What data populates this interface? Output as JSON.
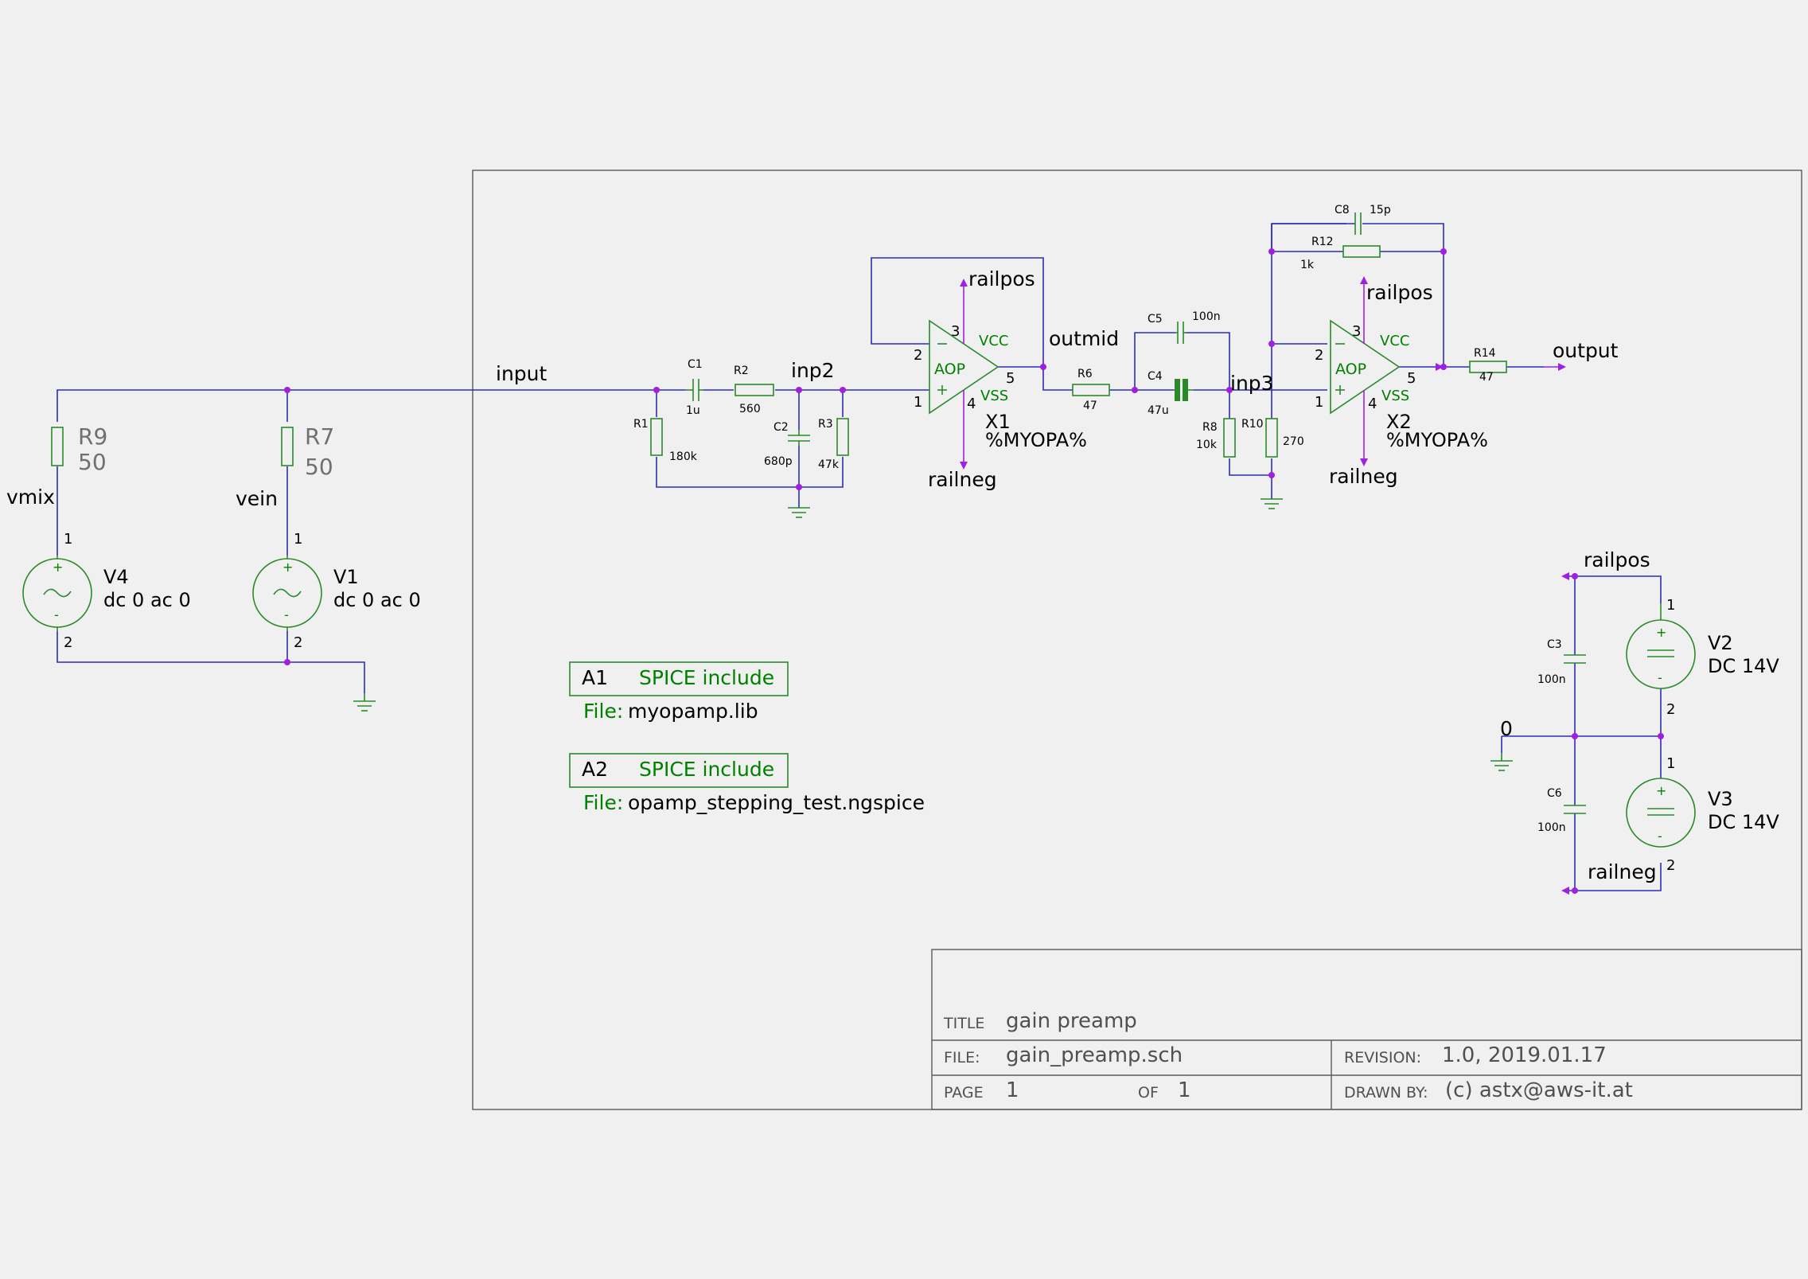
{
  "nets": {
    "input": "input",
    "inp2": "inp2",
    "outmid": "outmid",
    "inp3": "inp3",
    "output": "output",
    "vmix": "vmix",
    "vein": "vein",
    "zero": "0"
  },
  "rails": {
    "railpos_x1": "railpos",
    "railneg_x1": "railneg",
    "railpos_x2": "railpos",
    "railneg_x2": "railneg",
    "railpos_sup": "railpos",
    "railneg_sup": "railneg"
  },
  "resistors": {
    "r9": {
      "ref": "R9",
      "value": "50"
    },
    "r7": {
      "ref": "R7",
      "value": "50"
    },
    "r1": {
      "ref": "R1",
      "value": "180k"
    },
    "r2": {
      "ref": "R2",
      "value": "560"
    },
    "r3": {
      "ref": "R3",
      "value": "47k"
    },
    "r6": {
      "ref": "R6",
      "value": "47"
    },
    "r8": {
      "ref": "R8",
      "value": "10k"
    },
    "r10": {
      "ref": "R10",
      "value": "270"
    },
    "r12": {
      "ref": "R12",
      "value": "1k"
    },
    "r14": {
      "ref": "R14",
      "value": "47"
    }
  },
  "capacitors": {
    "c1": {
      "ref": "C1",
      "value": "1u"
    },
    "c2": {
      "ref": "C2",
      "value": "680p"
    },
    "c4": {
      "ref": "C4",
      "value": "47u"
    },
    "c5": {
      "ref": "C5",
      "value": "100n"
    },
    "c8": {
      "ref": "C8",
      "value": "15p"
    },
    "c3": {
      "ref": "C3",
      "value": "100n"
    },
    "c6": {
      "ref": "C6",
      "value": "100n"
    }
  },
  "sources": {
    "v4": {
      "ref": "V4",
      "value": "dc 0 ac 0",
      "pin1": "1",
      "pin2": "2"
    },
    "v1": {
      "ref": "V1",
      "value": "dc 0 ac 0",
      "pin1": "1",
      "pin2": "2"
    },
    "v2": {
      "ref": "V2",
      "value": "DC 14V",
      "pin1": "1",
      "pin2": "2"
    },
    "v3": {
      "ref": "V3",
      "value": "DC 14V",
      "pin1": "1",
      "pin2": "2"
    }
  },
  "opamps": {
    "x1": {
      "ref": "X1",
      "value": "%MYOPA%",
      "body": "AOP",
      "vcc": "VCC",
      "vss": "VSS",
      "pin_inv": "2",
      "pin_noninv": "1",
      "pin_out": "5",
      "pin_vcc": "3",
      "pin_vss": "4"
    },
    "x2": {
      "ref": "X2",
      "value": "%MYOPA%",
      "body": "AOP",
      "vcc": "VCC",
      "vss": "VSS",
      "pin_inv": "2",
      "pin_noninv": "1",
      "pin_out": "5",
      "pin_vcc": "3",
      "pin_vss": "4"
    }
  },
  "spice": {
    "a1": {
      "ref": "A1",
      "label": "SPICE include",
      "file_label": "File:",
      "file": "myopamp.lib"
    },
    "a2": {
      "ref": "A2",
      "label": "SPICE include",
      "file_label": "File:",
      "file": "opamp_stepping_test.ngspice"
    }
  },
  "title_block": {
    "title_label": "TITLE",
    "title": "gain preamp",
    "file_label": "FILE:",
    "file": "gain_preamp.sch",
    "revision_label": "REVISION:",
    "revision": "1.0, 2019.01.17",
    "page_label": "PAGE",
    "page": "1",
    "of_label": "OF",
    "of": "1",
    "drawn_label": "DRAWN BY:",
    "drawn": "(c) astx@aws-it.at"
  },
  "colors": {
    "wire": "#2c2cb8",
    "component": "#2a8a2a",
    "junction": "#a020e0",
    "frame": "#5a5a5a",
    "background": "#f0f0f0"
  }
}
